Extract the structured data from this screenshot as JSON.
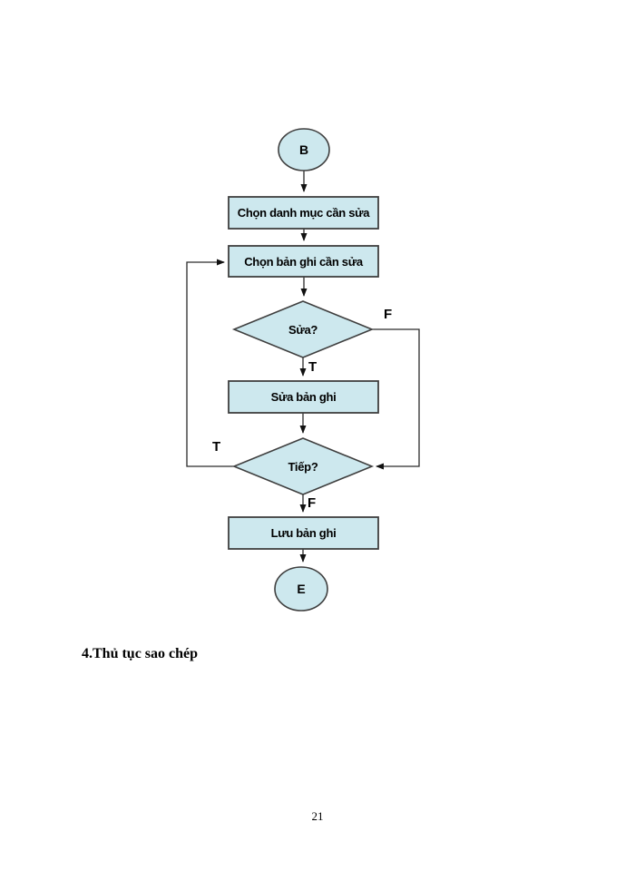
{
  "document": {
    "heading": "4.Thủ tục sao chép",
    "page_number": "21"
  },
  "flowchart": {
    "start_label": "B",
    "end_label": "E",
    "nodes": {
      "step1": "Chọn danh mục cần sửa",
      "step2": "Chọn bản ghi cần sửa",
      "decision1": "Sửa?",
      "step3": "Sửa bản ghi",
      "decision2": "Tiếp?",
      "step4": "Lưu bản ghi"
    },
    "branch_labels": {
      "decision1_false": "F",
      "decision1_true": "T",
      "decision2_true": "T",
      "decision2_false": "F"
    },
    "colors": {
      "node_fill": "#cde8ee",
      "node_border": "#3f3f3f",
      "connector": "#2b2b2b",
      "text": "#000000"
    }
  }
}
